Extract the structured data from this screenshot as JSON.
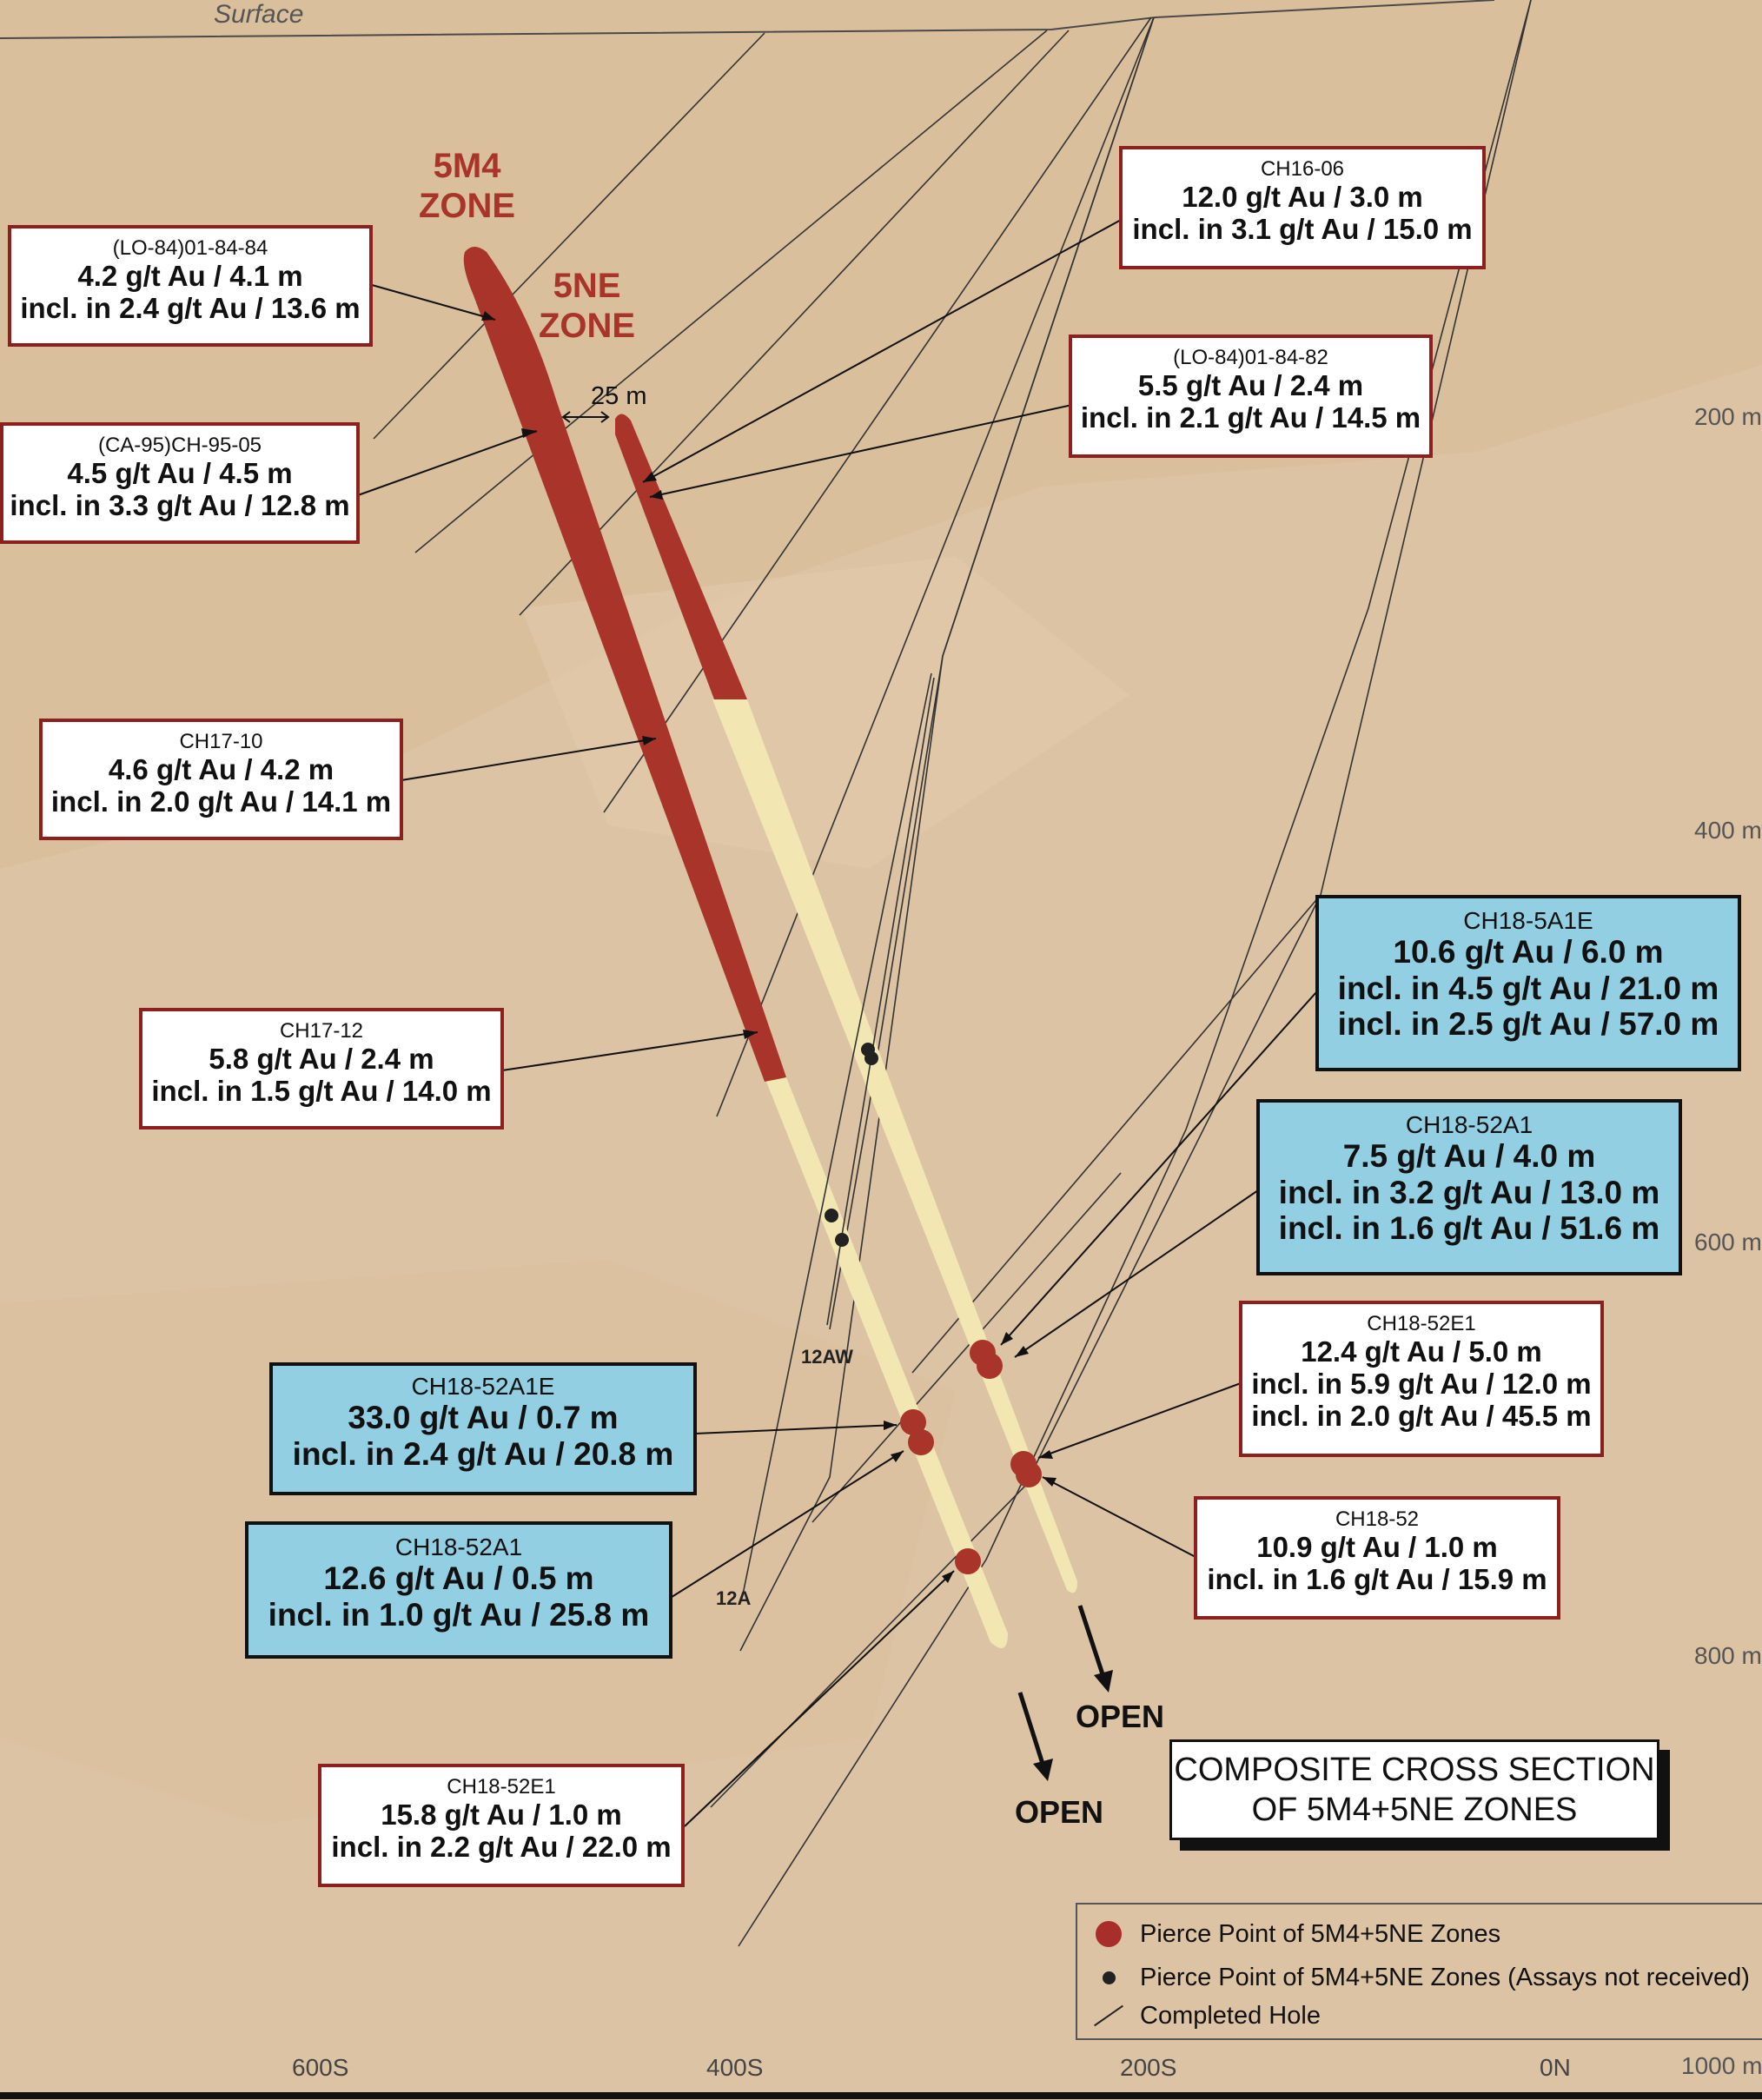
{
  "surface_label": "Surface",
  "zones": {
    "zone_5m4": "5M4\nZONE",
    "zone_5ne": "5NE\nZONE"
  },
  "spacing_label": "25 m",
  "depth_labels": [
    "200 m",
    "400 m",
    "600 m",
    "800 m",
    "1000 m"
  ],
  "easting_labels": [
    "600S",
    "400S",
    "200S",
    "0N"
  ],
  "hole_labels": {
    "h12aw": "12AW",
    "h12a": "12A"
  },
  "open_labels": [
    "OPEN",
    "OPEN"
  ],
  "callouts": {
    "lo84_84": {
      "id": "(LO-84)01-84-84",
      "main": "4.2 g/t Au / 4.1 m",
      "sub": [
        "incl. in 2.4 g/t Au / 13.6 m"
      ],
      "style": "white"
    },
    "ca95_05": {
      "id": "(CA-95)CH-95-05",
      "main": "4.5 g/t Au / 4.5 m",
      "sub": [
        "incl. in 3.3 g/t Au / 12.8 m"
      ],
      "style": "white"
    },
    "ch17_10": {
      "id": "CH17-10",
      "main": "4.6 g/t Au / 4.2 m",
      "sub": [
        "incl. in 2.0 g/t Au / 14.1 m"
      ],
      "style": "white"
    },
    "ch17_12": {
      "id": "CH17-12",
      "main": "5.8 g/t Au / 2.4 m",
      "sub": [
        "incl. in 1.5 g/t Au / 14.0 m"
      ],
      "style": "white"
    },
    "ch16_06": {
      "id": "CH16-06",
      "main": "12.0 g/t Au / 3.0 m",
      "sub": [
        "incl. in 3.1 g/t Au / 15.0 m"
      ],
      "style": "white"
    },
    "lo84_82": {
      "id": "(LO-84)01-84-82",
      "main": "5.5 g/t Au / 2.4 m",
      "sub": [
        "incl. in 2.1 g/t Au / 14.5 m"
      ],
      "style": "white"
    },
    "ch18_5a1e": {
      "id": "CH18-5A1E",
      "main": "10.6 g/t Au / 6.0 m",
      "sub": [
        "incl. in 4.5 g/t Au / 21.0 m",
        "incl. in 2.5 g/t Au / 57.0 m"
      ],
      "style": "blue"
    },
    "ch18_52a1_r": {
      "id": "CH18-52A1",
      "main": "7.5 g/t Au / 4.0 m",
      "sub": [
        "incl. in 3.2 g/t Au / 13.0 m",
        "incl. in 1.6 g/t Au / 51.6 m"
      ],
      "style": "blue"
    },
    "ch18_52e1_r": {
      "id": "CH18-52E1",
      "main": "12.4 g/t Au / 5.0 m",
      "sub": [
        "incl. in 5.9 g/t Au / 12.0 m",
        "incl. in 2.0 g/t Au / 45.5 m"
      ],
      "style": "white"
    },
    "ch18_52": {
      "id": "CH18-52",
      "main": "10.9 g/t Au / 1.0 m",
      "sub": [
        "incl. in 1.6 g/t Au / 15.9 m"
      ],
      "style": "white"
    },
    "ch18_52a1e": {
      "id": "CH18-52A1E",
      "main": "33.0 g/t Au / 0.7 m",
      "sub": [
        "incl. in 2.4 g/t Au / 20.8 m"
      ],
      "style": "blue"
    },
    "ch18_52a1_l": {
      "id": "CH18-52A1",
      "main": "12.6 g/t Au / 0.5 m",
      "sub": [
        "incl. in 1.0 g/t Au / 25.8 m"
      ],
      "style": "blue"
    },
    "ch18_52e1_l": {
      "id": "CH18-52E1",
      "main": "15.8 g/t Au / 1.0 m",
      "sub": [
        "incl. in 2.2 g/t Au / 22.0 m"
      ],
      "style": "white"
    }
  },
  "title": "COMPOSITE CROSS SECTION\nOF 5M4+5NE ZONES",
  "legend": {
    "pierce": "Pierce Point of 5M4+5NE Zones",
    "pierce_pending": "Pierce Point of 5M4+5NE Zones (Assays not received)",
    "hole": "Completed Hole"
  },
  "colors": {
    "background": "#dcc3a3",
    "zone_red": "#a8342a",
    "zone_yellow": "#f2e6b2",
    "blue_box": "#93cfe2",
    "box_border_red": "#8e1f1f"
  }
}
